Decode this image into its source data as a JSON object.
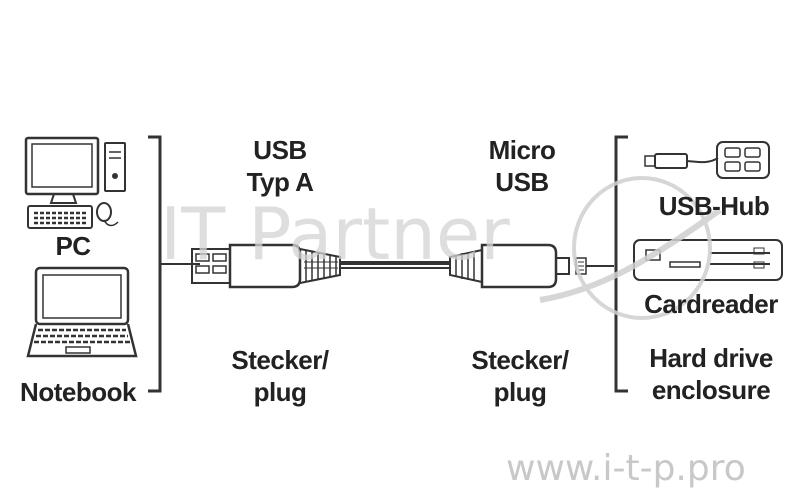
{
  "labels": {
    "pc": "PC",
    "notebook": "Notebook",
    "usb_a": [
      "USB",
      "Typ A"
    ],
    "micro_usb": [
      "Micro",
      "USB"
    ],
    "plug_left": [
      "Stecker/",
      "plug"
    ],
    "plug_right": [
      "Stecker/",
      "plug"
    ],
    "usb_hub": "USB-Hub",
    "cardreader": "Cardreader",
    "hdd": [
      "Hard drive",
      "enclosure"
    ]
  },
  "watermark": {
    "logo_text": "IT Partner",
    "url": "www.i-t-p.pro"
  },
  "colors": {
    "line": "#333333",
    "watermark": "#d0d0d0",
    "text": "#222222"
  },
  "icons": [
    "desktop-pc-icon",
    "laptop-icon",
    "usb-a-plug-icon",
    "micro-usb-plug-icon",
    "usb-hub-icon",
    "cardreader-icon"
  ]
}
